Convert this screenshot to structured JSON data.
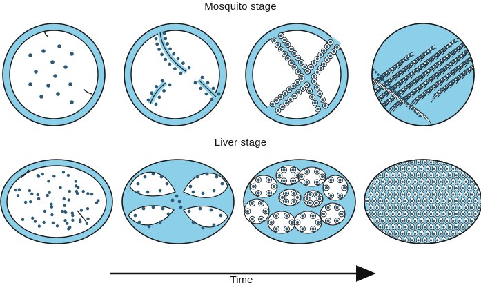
{
  "labels": {
    "mosquito_stage": "Mosquito stage",
    "liver_stage": "Liver stage",
    "time": "Time"
  },
  "colors": {
    "wall_fill": "#8ccfe8",
    "outline": "#1a1a1a",
    "nucleus": "#2b5a78",
    "background": "#ffffff"
  }
}
